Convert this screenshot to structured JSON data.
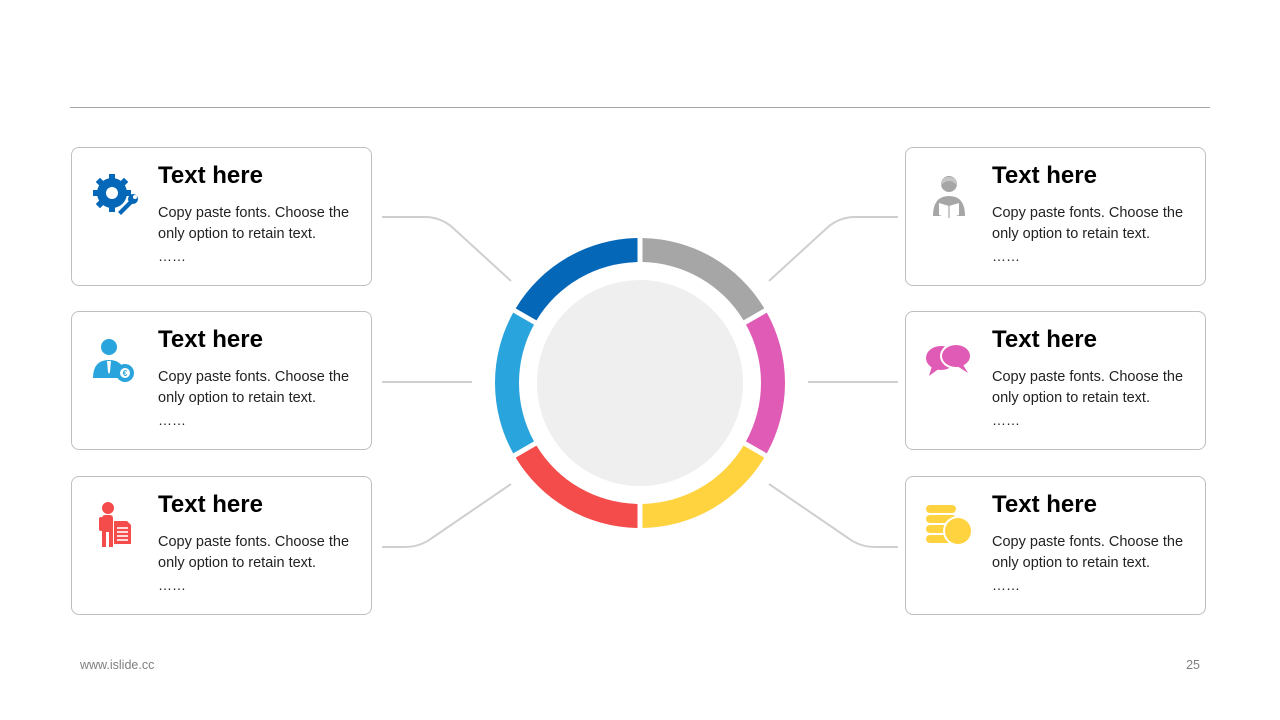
{
  "cards": [
    {
      "title": "Text here",
      "body": "Copy paste fonts. Choose the only option to retain text.",
      "dots": "……",
      "icon": "gear-wrench-icon",
      "color": "#0567b8"
    },
    {
      "title": "Text here",
      "body": "Copy paste fonts. Choose the only option to retain text.",
      "dots": "……",
      "icon": "businessman-euro-icon",
      "color": "#2aa4dd"
    },
    {
      "title": "Text here",
      "body": "Copy paste fonts. Choose the only option to retain text.",
      "dots": "……",
      "icon": "person-document-icon",
      "color": "#f44b4b"
    },
    {
      "title": "Text here",
      "body": "Copy paste fonts. Choose the only option to retain text.",
      "dots": "……",
      "icon": "reader-person-icon",
      "color": "#a6a6a6"
    },
    {
      "title": "Text here",
      "body": "Copy paste fonts. Choose the only option to retain text.",
      "dots": "……",
      "icon": "speech-bubbles-icon",
      "color": "#e05bb5"
    },
    {
      "title": "Text here",
      "body": "Copy paste fonts. Choose the only option to retain text.",
      "dots": "……",
      "icon": "coins-icon",
      "color": "#ffd23f"
    }
  ],
  "ring": {
    "segment_colors": [
      "#0567b8",
      "#a6a6a6",
      "#e05bb5",
      "#ffd23f",
      "#f44b4b",
      "#2aa4dd"
    ],
    "center_color": "#efefef",
    "connector_color": "#cfcfcf"
  },
  "footer": {
    "url": "www.islide.cc",
    "page": "25"
  }
}
